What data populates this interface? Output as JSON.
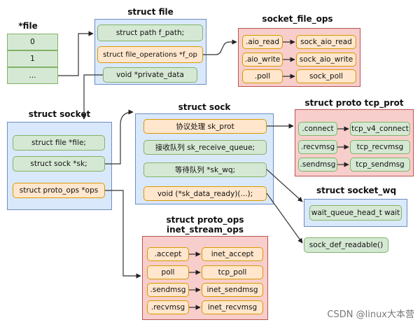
{
  "fdtable": {
    "title": "*file",
    "rows": [
      "0",
      "1",
      "..."
    ]
  },
  "file": {
    "title": "struct file",
    "f_path": "struct path f_path;",
    "f_op": "struct file_operations *f_op",
    "private_data": "void *private_data"
  },
  "socket_file_ops": {
    "title": "socket_file_ops",
    "rows": [
      {
        "left": ".aio_read",
        "right": "sock_aio_read"
      },
      {
        "left": ".aio_write",
        "right": "sock_aio_write"
      },
      {
        "left": ".poll",
        "right": "sock_poll"
      }
    ]
  },
  "socket": {
    "title": "struct socket",
    "file": "struct file *file;",
    "sk": "struct sock *sk;",
    "ops": "struct proto_ops *ops"
  },
  "sock": {
    "title": "struct sock",
    "sk_prot": "协议处理 sk_prot",
    "sk_receive_queue": "接收队列 sk_receive_queue;",
    "sk_wq": "等待队列 *sk_wq;",
    "sk_data_ready": "void  (*sk_data_ready)(...);"
  },
  "tcp_prot": {
    "title": "struct proto tcp_prot",
    "rows": [
      {
        "left": ".connect",
        "right": "tcp_v4_connect"
      },
      {
        "left": ".recvmsg",
        "right": "tcp_recvmsg"
      },
      {
        "left": ".sendmsg",
        "right": "tcp_sendmsg"
      }
    ]
  },
  "socket_wq": {
    "title": "struct socket_wq",
    "wait": "wait_queue_head_t wait"
  },
  "readable": {
    "label": "sock_def_readable()"
  },
  "proto_ops": {
    "title_line1": "struct proto_ops",
    "title_line2": "inet_stream_ops",
    "rows": [
      {
        "left": ".accept",
        "right": "inet_accept"
      },
      {
        "left": "poll",
        "right": "tcp_poll"
      },
      {
        "left": ".sendmsg",
        "right": "inet_sendmsg"
      },
      {
        "left": ".recvmsg",
        "right": "inet_recvmsg"
      }
    ]
  },
  "watermark": "CSDN @linux大本营"
}
